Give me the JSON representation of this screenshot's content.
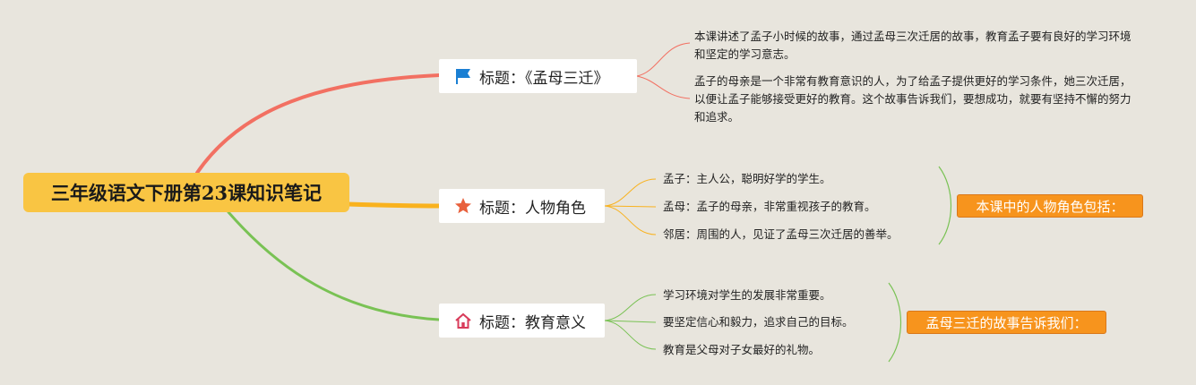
{
  "root": {
    "title": "三年级语文下册第23课知识笔记",
    "color": "#f9c543"
  },
  "branches": [
    {
      "label": "标题：《孟母三迁》",
      "icon": "flag-icon",
      "color": "#f27062",
      "leaves": [
        "本课讲述了孟子小时候的故事，通过孟母三次迁居的故事，教育孟子要有良好的学习环境和坚定的学习意志。",
        "孟子的母亲是一个非常有教育意识的人，为了给孟子提供更好的学习条件，她三次迁居，以便让孟子能够接受更好的教育。这个故事告诉我们，要想成功，就要有坚持不懈的努力和追求。"
      ]
    },
    {
      "label": "标题：人物角色",
      "icon": "star-icon",
      "color": "#f9b21e",
      "leaves": [
        "孟子：主人公，聪明好学的学生。",
        "孟母：孟子的母亲，非常重视孩子的教育。",
        "邻居：周围的人，见证了孟母三次迁居的善举。"
      ],
      "summary": "本课中的人物角色包括："
    },
    {
      "label": "标题：教育意义",
      "icon": "house-icon",
      "color": "#79c254",
      "leaves": [
        "学习环境对学生的发展非常重要。",
        "要坚定信心和毅力，追求自己的目标。",
        "教育是父母对子女最好的礼物。"
      ],
      "summary": "孟母三迁的故事告诉我们："
    }
  ],
  "summary_color": "#f7941d"
}
